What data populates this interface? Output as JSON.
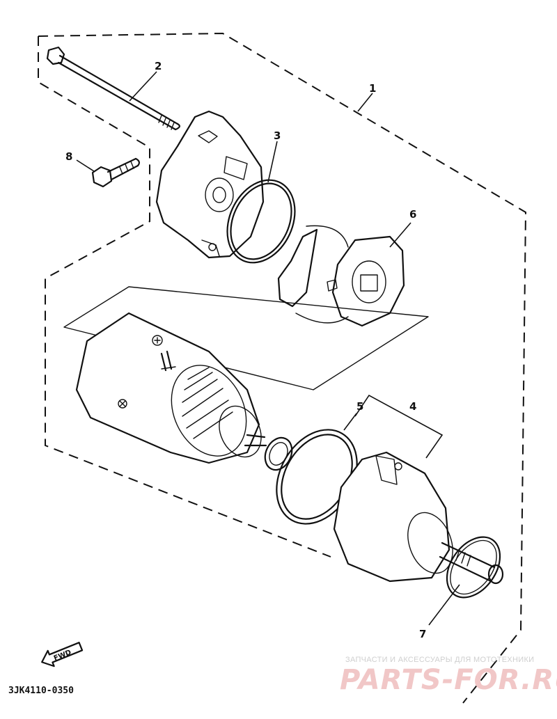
{
  "callouts": {
    "c1": "1",
    "c2": "2",
    "c3": "3",
    "c4": "4",
    "c5": "5",
    "c6": "6",
    "c7": "7",
    "c8": "8"
  },
  "fwd_label": "FWD",
  "diagram_code": "3JK4110-0350",
  "watermark": {
    "tagline": "ЗАПЧАСТИ И АКСЕССУАРЫ ДЛЯ МОТОТЕХНИКИ",
    "brand": "PARTS-FOR.RU"
  },
  "colors": {
    "line": "#111111",
    "watermark_brand": "#f1c7c7",
    "watermark_tagline": "#cfcfcf"
  }
}
